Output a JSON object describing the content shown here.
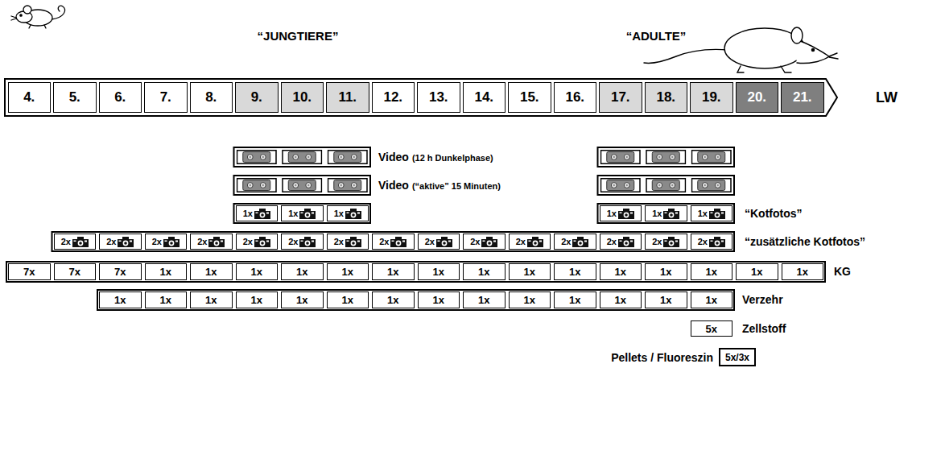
{
  "diagram": {
    "nodes": [
      {
        "text": [
          "4."
        ]
      },
      {
        "text": [
          "5."
        ]
      },
      {
        "text": [
          "6."
        ]
      },
      {
        "text": [
          "7."
        ]
      },
      {
        "text": [
          "8."
        ]
      },
      {
        "text": [
          "9."
        ]
      },
      {
        "text": [
          "10."
        ]
      },
      {
        "text": [
          "11."
        ]
      },
      {
        "text": [
          "12."
        ]
      },
      {
        "text": [
          "13."
        ]
      },
      {
        "text": [
          "14."
        ]
      },
      {
        "text": [
          "15."
        ]
      },
      {
        "text": [
          "16."
        ]
      },
      {
        "text": [
          "17."
        ]
      },
      {
        "text": [
          "18."
        ]
      },
      {
        "text": [
          "19."
        ]
      },
      {
        "text": [
          "20."
        ]
      },
      {
        "text": [
          "21."
        ]
      },
      {
        "text": [
          "1x"
        ]
      },
      {
        "text": [
          "1x"
        ]
      },
      {
        "text": [
          "1x"
        ]
      },
      {
        "text": [
          "1x"
        ]
      },
      {
        "text": [
          "1x"
        ]
      },
      {
        "text": [
          "1x"
        ]
      },
      {
        "text": [
          "2x"
        ]
      },
      {
        "text": [
          "2x"
        ]
      },
      {
        "text": [
          "2x"
        ]
      },
      {
        "text": [
          "2x"
        ]
      },
      {
        "text": [
          "2x"
        ]
      },
      {
        "text": [
          "2x"
        ]
      },
      {
        "text": [
          "2x"
        ]
      },
      {
        "text": [
          "2x"
        ]
      },
      {
        "text": [
          "2x"
        ]
      },
      {
        "text": [
          "2x"
        ]
      },
      {
        "text": [
          "2x"
        ]
      },
      {
        "text": [
          "2x"
        ]
      },
      {
        "text": [
          "2x"
        ]
      },
      {
        "text": [
          "2x"
        ]
      },
      {
        "text": [
          "2x"
        ]
      },
      {
        "text": [
          "7x"
        ]
      },
      {
        "text": [
          "7x"
        ]
      },
      {
        "text": [
          "7x"
        ]
      },
      {
        "text": [
          "1x"
        ]
      },
      {
        "text": [
          "1x"
        ]
      },
      {
        "text": [
          "1x"
        ]
      },
      {
        "text": [
          "1x"
        ]
      },
      {
        "text": [
          "1x"
        ]
      },
      {
        "text": [
          "1x"
        ]
      },
      {
        "text": [
          "1x"
        ]
      },
      {
        "text": [
          "1x"
        ]
      },
      {
        "text": [
          "1x"
        ]
      },
      {
        "text": [
          "1x"
        ]
      },
      {
        "text": [
          "1x"
        ]
      },
      {
        "text": [
          "1x"
        ]
      },
      {
        "text": [
          "1x"
        ]
      },
      {
        "text": [
          "1x"
        ]
      },
      {
        "text": [
          "1x"
        ]
      },
      {
        "text": [
          "1x"
        ]
      },
      {
        "text": [
          "1x"
        ]
      },
      {
        "text": [
          "1x"
        ]
      },
      {
        "text": [
          "1x"
        ]
      },
      {
        "text": [
          "1x"
        ]
      },
      {
        "text": [
          "1x"
        ]
      },
      {
        "text": [
          "1x"
        ]
      },
      {
        "text": [
          "1x"
        ]
      },
      {
        "text": [
          "1x"
        ]
      },
      {
        "text": [
          "1x"
        ]
      },
      {
        "text": [
          "1x"
        ]
      },
      {
        "text": [
          "1x"
        ]
      },
      {
        "text": [
          "1x"
        ]
      },
      {
        "text": [
          "1x"
        ]
      },
      {
        "text": [
          "5x"
        ]
      },
      {
        "text": [
          "5x/3x"
        ]
      }
    ],
    "labels": [
      "“JUNGTIERE”",
      "“ADULTE”",
      "LW",
      "Video",
      "(12 h Dunkelphase)",
      "Video",
      "(“aktive” 15 Minuten)",
      "“Kotfotos”",
      "“zusätzliche Kotfotos”",
      "KG",
      "Verzehr",
      "Zellstoff",
      "Pellets / Fluoreszin"
    ]
  }
}
